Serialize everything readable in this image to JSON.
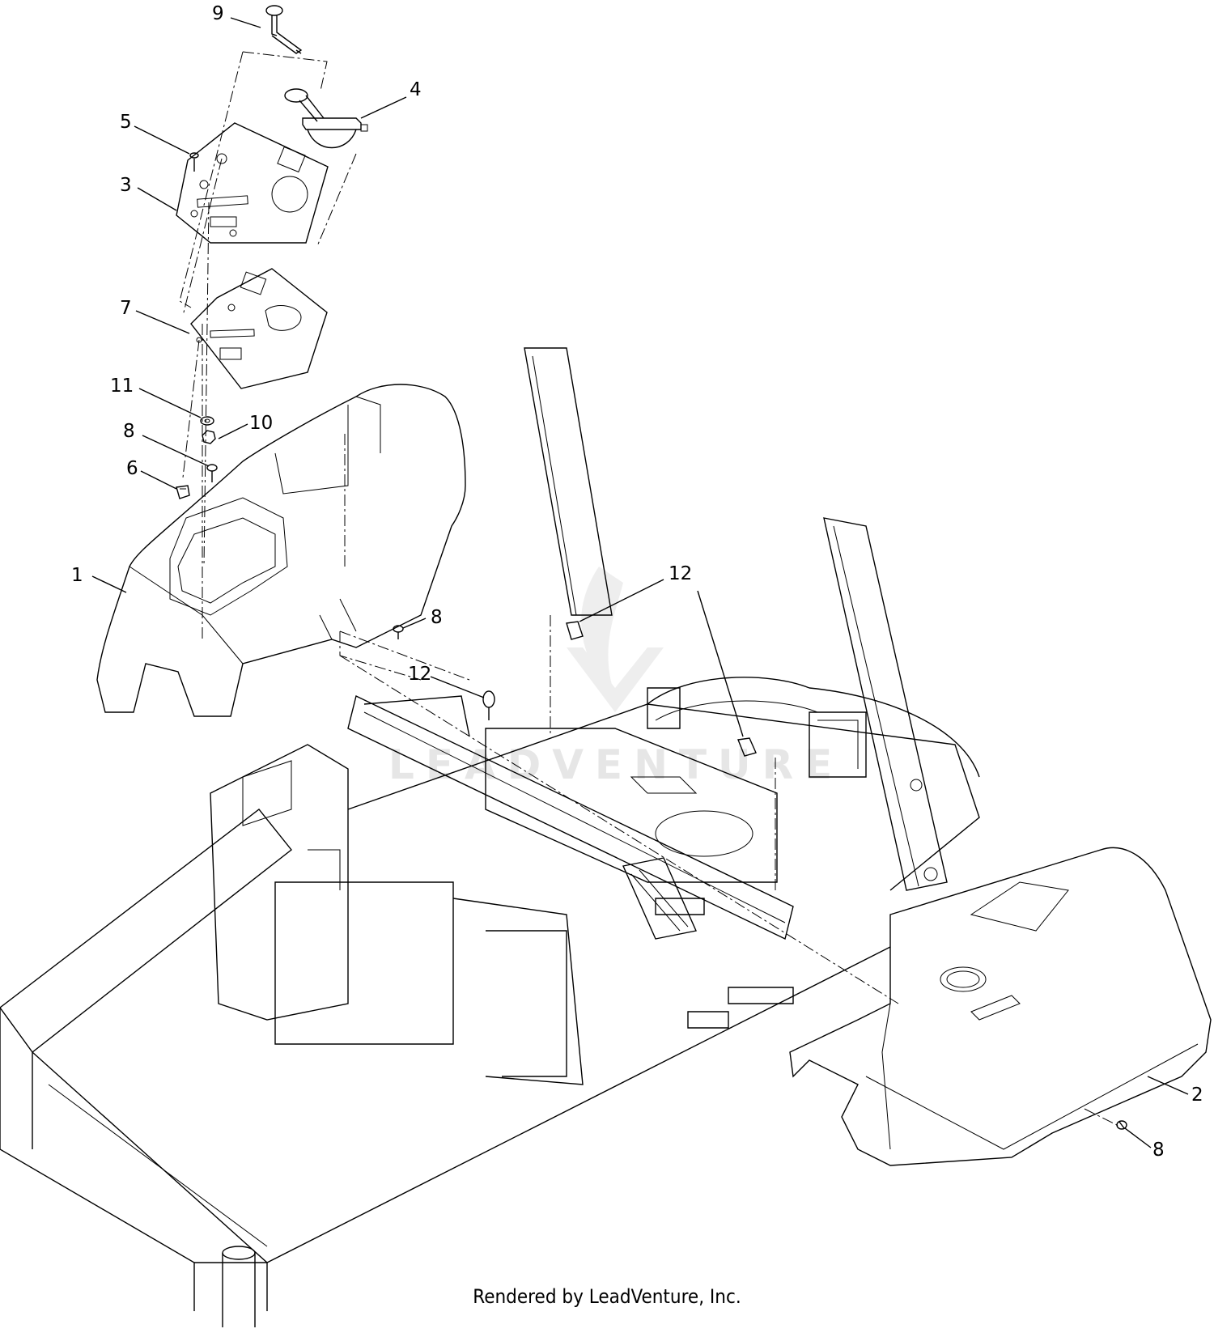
{
  "diagram": {
    "callouts": [
      {
        "label": "9"
      },
      {
        "label": "4"
      },
      {
        "label": "5"
      },
      {
        "label": "3"
      },
      {
        "label": "7"
      },
      {
        "label": "11"
      },
      {
        "label": "10"
      },
      {
        "label": "8"
      },
      {
        "label": "6"
      },
      {
        "label": "1"
      },
      {
        "label": "8"
      },
      {
        "label": "12"
      },
      {
        "label": "12"
      },
      {
        "label": "2"
      },
      {
        "label": "8"
      }
    ],
    "watermark_text": "LEADVENTURE",
    "footer_text": "Rendered by LeadVenture, Inc."
  }
}
